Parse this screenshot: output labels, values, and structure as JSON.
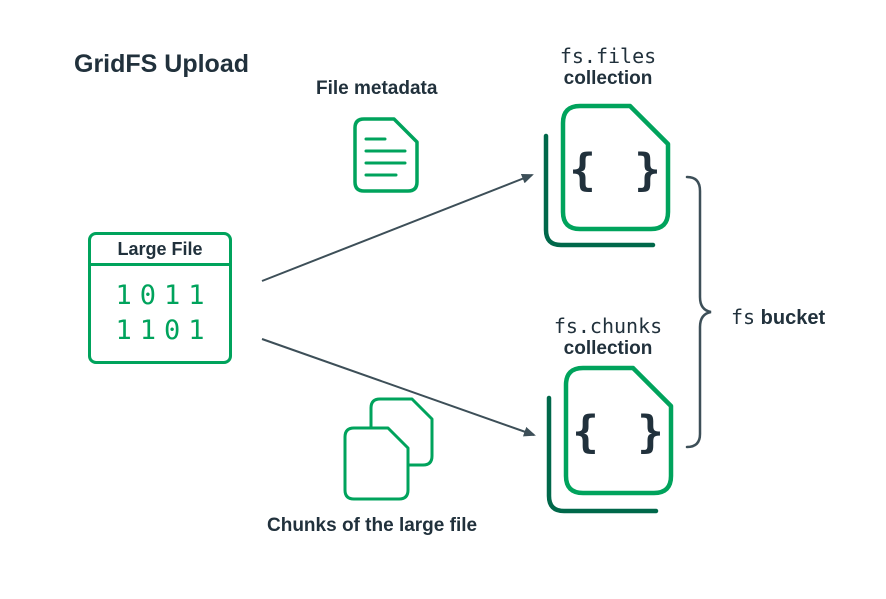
{
  "title": "GridFS Upload",
  "colors": {
    "green": "#00A35C",
    "shadow_green": "#00684A",
    "text": "#21313C",
    "arrow": "#3D4F58"
  },
  "large_file": {
    "title": "Large File",
    "binary_lines": [
      "1011",
      "1101"
    ]
  },
  "metadata": {
    "caption": "File metadata"
  },
  "chunks": {
    "caption": "Chunks of the large file"
  },
  "fs_files": {
    "name": "fs.files",
    "sub": "collection",
    "braces": "{ }"
  },
  "fs_chunks": {
    "name": "fs.chunks",
    "sub": "collection",
    "braces": "{ }"
  },
  "bucket": {
    "mono": "fs",
    "label": "bucket"
  }
}
